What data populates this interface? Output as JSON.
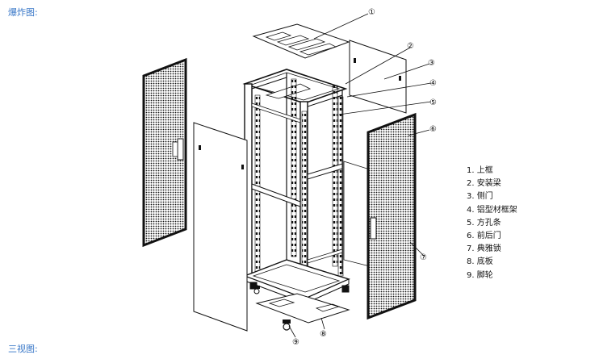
{
  "sections": {
    "exploded": "爆炸图:",
    "three_views": "三视图:"
  },
  "callouts": [
    "①",
    "②",
    "③",
    "④",
    "⑤",
    "⑥",
    "⑦",
    "⑧",
    "⑨"
  ],
  "legend": [
    "1. 上框",
    "2. 安装梁",
    "3. 侧门",
    "4. 铝型材框架",
    "5. 方孔条",
    "6. 前后门",
    "7. 典雅锁",
    "8. 底板",
    "9. 脚轮"
  ]
}
